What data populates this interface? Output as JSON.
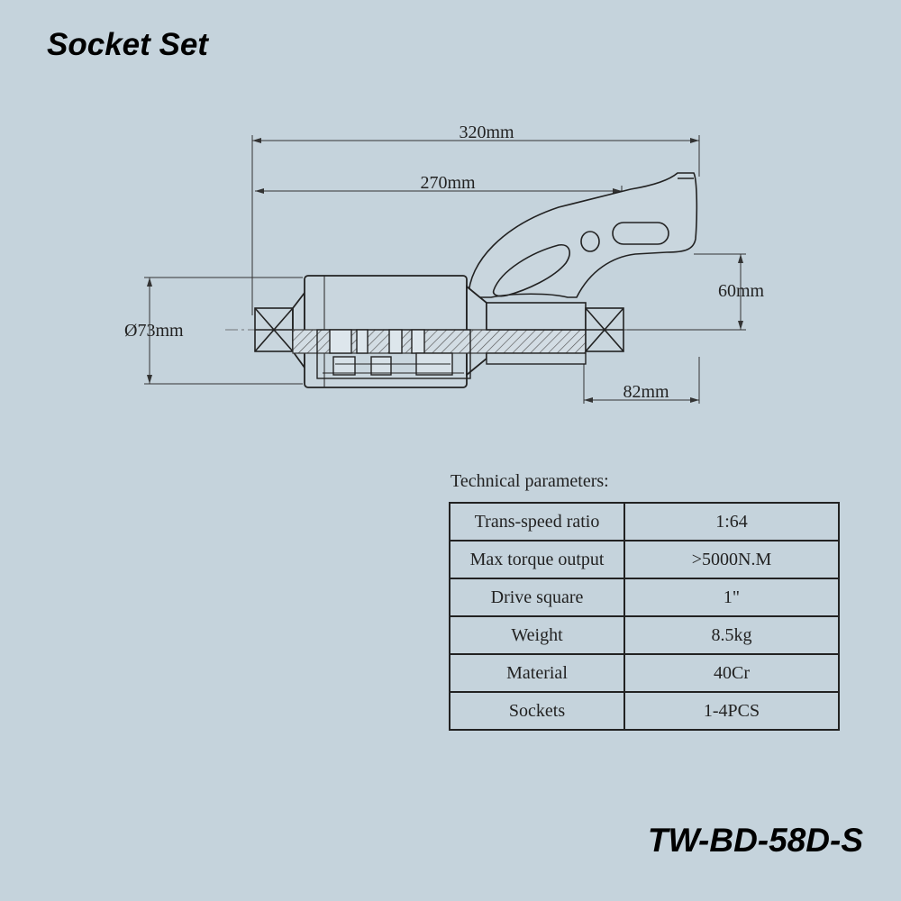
{
  "title": "Socket Set",
  "model": "TW-BD-58D-S",
  "drawing": {
    "dim_overall_length": "320mm",
    "dim_body_length": "270mm",
    "dim_diameter": "Ø73mm",
    "dim_handle_height": "60mm",
    "dim_output_length": "82mm"
  },
  "parameters": {
    "heading": "Technical parameters:",
    "rows": [
      {
        "label": "Trans-speed ratio",
        "value": "1:64"
      },
      {
        "label": "Max torque output",
        "value": ">5000N.M"
      },
      {
        "label": "Drive square",
        "value": "1\""
      },
      {
        "label": "Weight",
        "value": "8.5kg"
      },
      {
        "label": "Material",
        "value": "40Cr"
      },
      {
        "label": "Sockets",
        "value": "1-4PCS"
      }
    ]
  }
}
